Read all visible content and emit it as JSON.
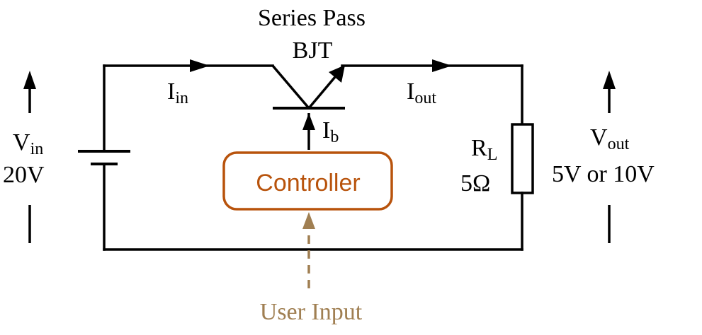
{
  "colors": {
    "wire": "#000000",
    "controller": "#b8530c",
    "user_input": "#a07f52"
  },
  "transistor": {
    "title_line1": "Series Pass",
    "title_line2": "BJT"
  },
  "input_voltage": {
    "symbol": "V",
    "subscript": "in",
    "value": "20V"
  },
  "input_current": {
    "symbol": "I",
    "subscript": "in"
  },
  "output_current": {
    "symbol": "I",
    "subscript": "out"
  },
  "base_current": {
    "symbol": "I",
    "subscript": "b"
  },
  "load": {
    "symbol": "R",
    "subscript": "L",
    "value": "5Ω"
  },
  "output_voltage": {
    "symbol": "V",
    "subscript": "out",
    "value": "5V or 10V"
  },
  "controller": {
    "label": "Controller"
  },
  "user_input": {
    "label": "User Input"
  }
}
